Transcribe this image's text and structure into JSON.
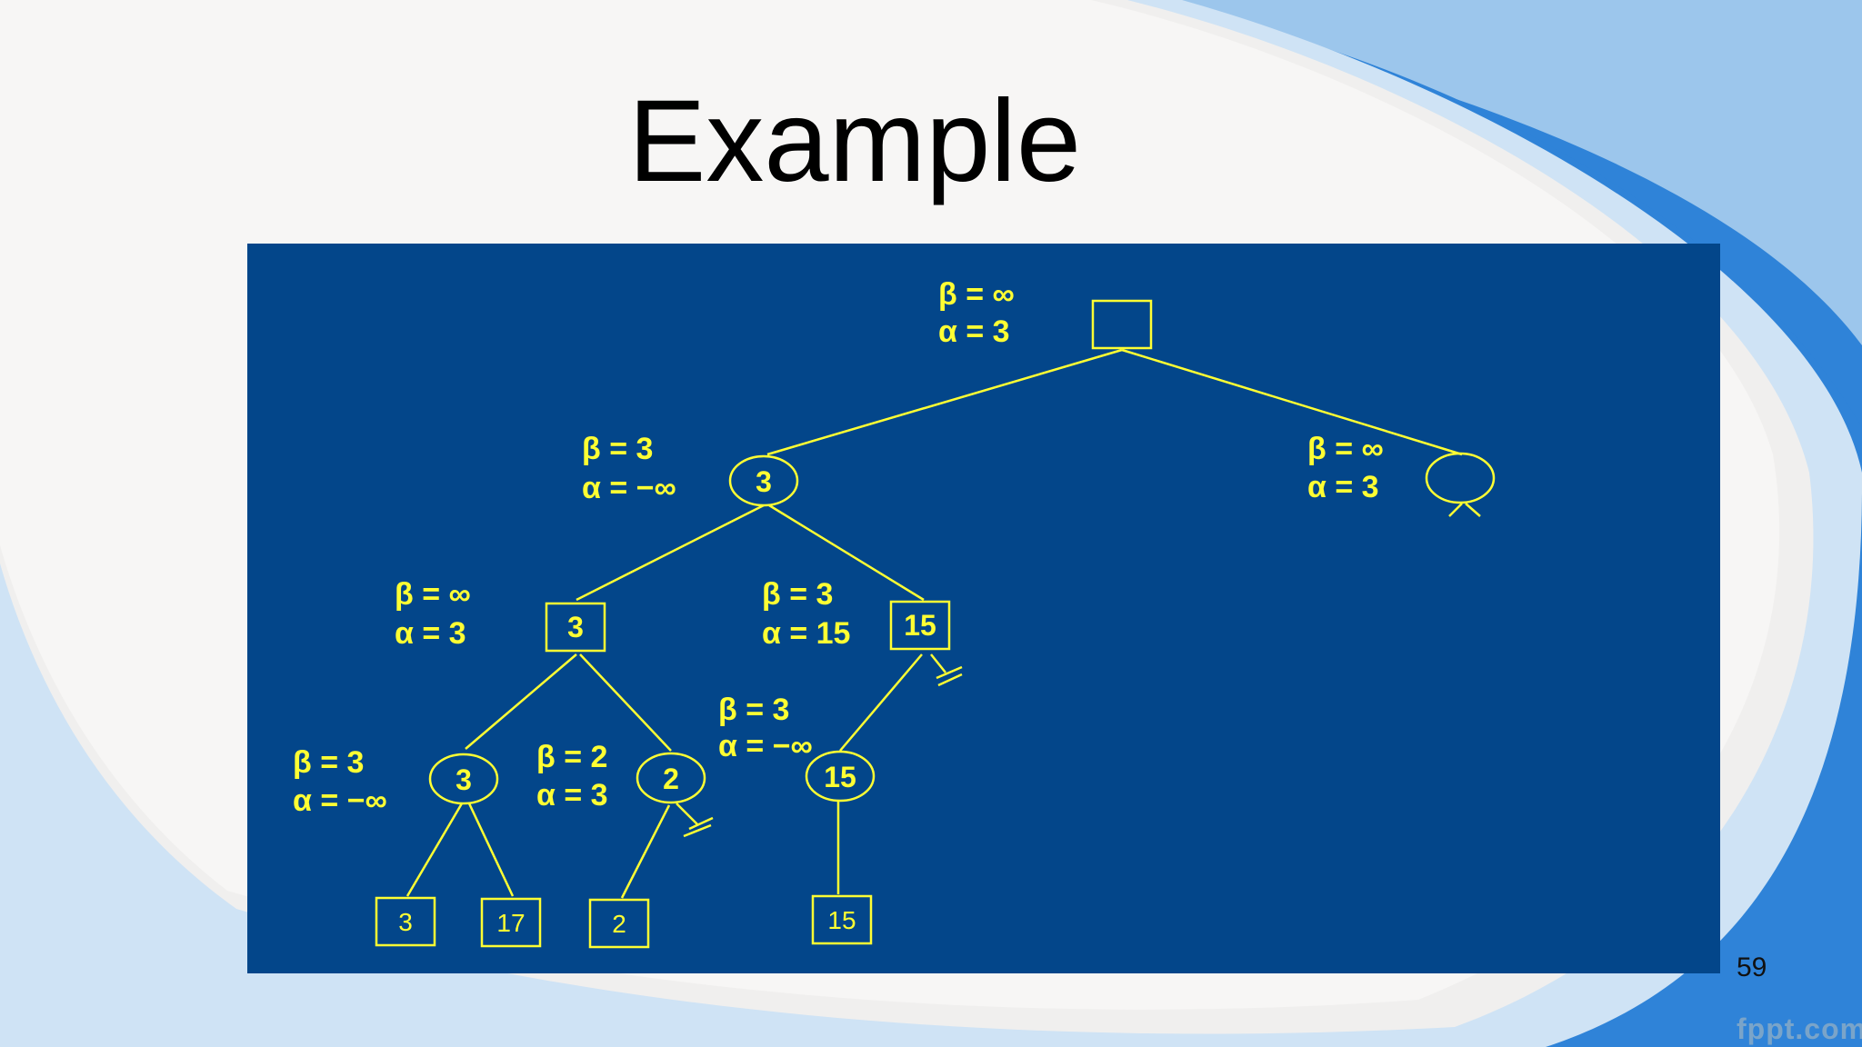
{
  "slide": {
    "title": "Example",
    "page_number": "59",
    "brand": "fppt.com"
  },
  "colors": {
    "panel": "#03468a",
    "tree": "#ffff33",
    "bg_blue": "#2f83d8",
    "bg_light": "#f0f0f0"
  },
  "tree": {
    "root": {
      "value": "",
      "beta": "β = ∞",
      "alpha": "α = 3"
    },
    "min_left": {
      "value": "3",
      "beta": "β = 3",
      "alpha": "α = −∞"
    },
    "min_right": {
      "value": "",
      "beta": "β = ∞",
      "alpha": "α = 3"
    },
    "max_left": {
      "value": "3",
      "beta": "β = ∞",
      "alpha": "α = 3"
    },
    "max_right": {
      "value": "15",
      "beta": "β = 3",
      "alpha": "α = 15"
    },
    "min_ll": {
      "value": "3",
      "beta": "β = 3",
      "alpha": "α = −∞"
    },
    "min_lr": {
      "value": "2",
      "beta": "β = 2",
      "alpha": "α = 3"
    },
    "min_r": {
      "value": "15",
      "beta": "β = 3",
      "alpha": "α = −∞"
    },
    "leaves": [
      "3",
      "17",
      "2",
      "15"
    ]
  }
}
